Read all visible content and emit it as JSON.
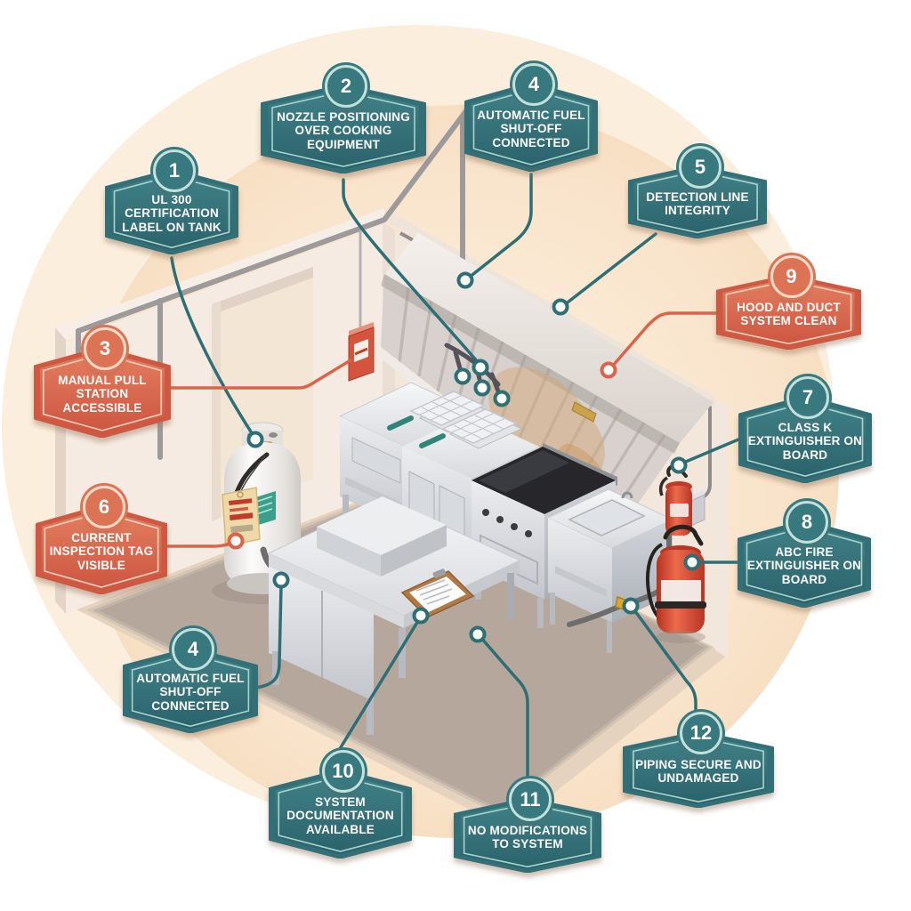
{
  "figure": {
    "description": "Isometric commercial kitchen fire suppression system inspection checklist infographic"
  },
  "colors": {
    "teal_badge": "#37797f",
    "orange_badge": "#dd7355",
    "teal_line": "#2e6f76",
    "orange_line": "#da644a",
    "background_blob": "#f8e2c8"
  },
  "callouts": [
    {
      "number": "1",
      "label": "UL 300 CERTIFICATION LABEL ON TANK",
      "color": "teal"
    },
    {
      "number": "2",
      "label": "NOZZLE POSITIONING OVER COOKING EQUIPMENT",
      "color": "teal"
    },
    {
      "number": "4",
      "label": "AUTOMATIC FUEL SHUT-OFF CONNECTED",
      "color": "teal"
    },
    {
      "number": "5",
      "label": "DETECTION LINE INTEGRITY",
      "color": "teal"
    },
    {
      "number": "9",
      "label": "HOOD AND DUCT SYSTEM CLEAN",
      "color": "orange"
    },
    {
      "number": "3",
      "label": "MANUAL PULL STATION ACCESSIBLE",
      "color": "orange"
    },
    {
      "number": "7",
      "label": "CLASS K EXTINGUISHER ON BOARD",
      "color": "teal"
    },
    {
      "number": "8",
      "label": "ABC FIRE EXTINGUISHER ON BOARD",
      "color": "teal"
    },
    {
      "number": "6",
      "label": "CURRENT INSPECTION TAG VISIBLE",
      "color": "orange"
    },
    {
      "number": "4",
      "label": "AUTOMATIC FUEL SHUT-OFF CONNECTED",
      "color": "teal"
    },
    {
      "number": "10",
      "label": "SYSTEM DOCUMENTATION AVAILABLE",
      "color": "teal"
    },
    {
      "number": "11",
      "label": "NO MODIFICATIONS TO SYSTEM",
      "color": "teal"
    },
    {
      "number": "12",
      "label": "PIPING SECURE AND UNDAMAGED",
      "color": "teal"
    }
  ],
  "scene": {
    "items": [
      "propane-tank",
      "inspection-tag",
      "manual-pull-station",
      "exhaust-hood",
      "suppression-nozzles",
      "work-table",
      "deep-fryer",
      "fryer-baskets",
      "range-griddle",
      "sink-table",
      "prep-table",
      "clipboard",
      "class-k-extinguisher",
      "abc-extinguisher",
      "fuel-shutoff-valve",
      "gas-piping",
      "detection-line"
    ]
  }
}
